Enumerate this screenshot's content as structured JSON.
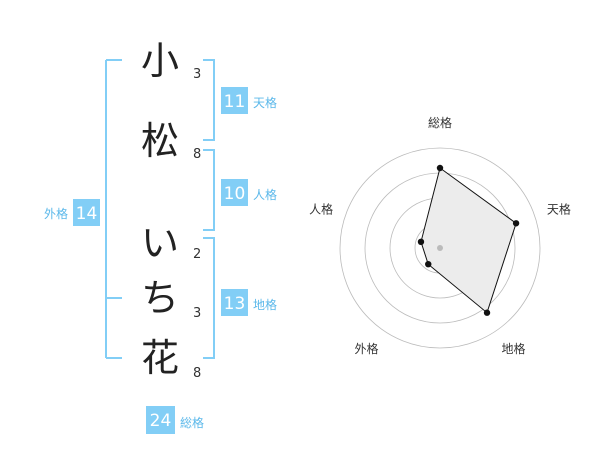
{
  "colors": {
    "accent": "#82cef6",
    "accent_text": "#5bb8ea",
    "char": "#222222",
    "radar_grid": "#bbbbbb",
    "radar_fill": "#ececec",
    "radar_line": "#111111"
  },
  "name": {
    "characters": [
      {
        "char": "小",
        "strokes": "3"
      },
      {
        "char": "松",
        "strokes": "8"
      },
      {
        "char": "い",
        "strokes": "2"
      },
      {
        "char": "ち",
        "strokes": "3"
      },
      {
        "char": "花",
        "strokes": "8"
      }
    ]
  },
  "kakusu": {
    "tenkaku": {
      "value": "11",
      "label": "天格"
    },
    "jinkaku": {
      "value": "10",
      "label": "人格"
    },
    "chikaku": {
      "value": "13",
      "label": "地格"
    },
    "gaikaku": {
      "value": "14",
      "label": "外格"
    },
    "soukaku": {
      "value": "24",
      "label": "総格"
    }
  },
  "chart_data": {
    "type": "radar",
    "axes": [
      "総格",
      "天格",
      "地格",
      "外格",
      "人格"
    ],
    "values": [
      4,
      4,
      4,
      1,
      1
    ],
    "max": 5,
    "rings": 4
  }
}
